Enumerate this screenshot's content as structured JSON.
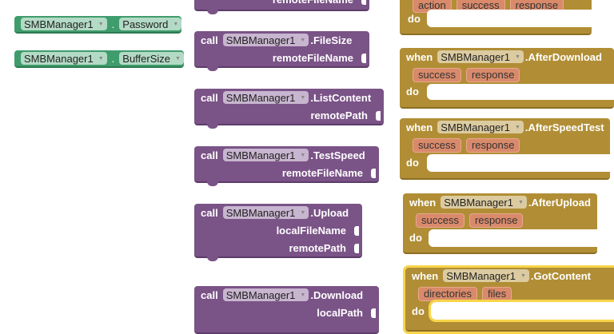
{
  "component": "SMBManager1",
  "getters": [
    {
      "property": "Password"
    },
    {
      "property": "BufferSize"
    }
  ],
  "calls": [
    {
      "method": "",
      "args": [
        "remoteFileName"
      ]
    },
    {
      "method": ".FileSize",
      "args": [
        "remoteFileName"
      ]
    },
    {
      "method": ".ListContent",
      "args": [
        "remotePath"
      ]
    },
    {
      "method": ".TestSpeed",
      "args": [
        "remoteFileName"
      ]
    },
    {
      "method": ".Upload",
      "args": [
        "localFileName",
        "remotePath"
      ]
    },
    {
      "method": ".Download",
      "args": [
        "localPath"
      ]
    }
  ],
  "events": [
    {
      "name": "",
      "params": [
        "action",
        "success",
        "response"
      ]
    },
    {
      "name": ".AfterDownload",
      "params": [
        "success",
        "response"
      ]
    },
    {
      "name": ".AfterSpeedTest",
      "params": [
        "success",
        "response"
      ]
    },
    {
      "name": ".AfterUpload",
      "params": [
        "success",
        "response"
      ]
    },
    {
      "name": ".GotContent",
      "params": [
        "directories",
        "files"
      ]
    }
  ],
  "labels": {
    "call": "call",
    "when": "when",
    "do": "do",
    "dot": "."
  },
  "colors": {
    "procedure": "#7a5387",
    "event": "#b18e35",
    "getter": "#3f9c6c",
    "param": "#d98a6b",
    "selected": "#f7d54a"
  }
}
